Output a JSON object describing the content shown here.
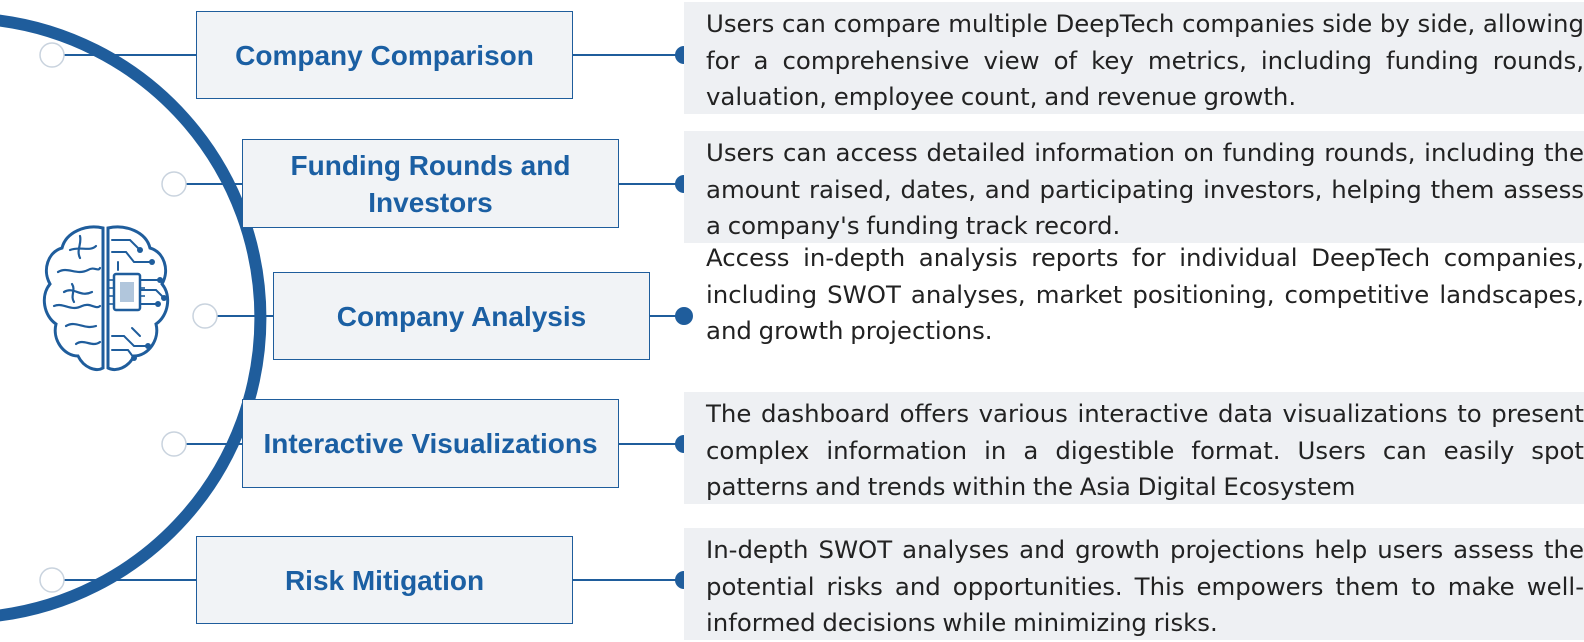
{
  "colors": {
    "primary": "#1f5d9c",
    "title_text": "#1b5fa3",
    "box_fill": "#f1f3f6",
    "desc_fill": "#eef0f3",
    "body_text": "#222222"
  },
  "center_icon": "brain-circuit-icon",
  "features": [
    {
      "title": "Company Comparison",
      "description": "Users can compare multiple DeepTech companies side by side, allowing for a comprehensive view of key metrics, including funding rounds, valuation, employee count, and revenue growth."
    },
    {
      "title": "Funding Rounds and Investors",
      "description": "Users can access detailed information on funding rounds, including the amount raised, dates, and participating investors, helping them assess a company's funding track record."
    },
    {
      "title": "Company Analysis",
      "description": "Access in-depth analysis reports for individual DeepTech companies, including SWOT analyses, market positioning, competitive landscapes, and growth projections."
    },
    {
      "title": "Interactive Visualizations",
      "description": "The dashboard offers various interactive data visualizations to present complex information in a digestible format. Users can easily spot patterns and trends within the Asia Digital Ecosystem"
    },
    {
      "title": "Risk Mitigation",
      "description": "In-depth SWOT analyses and growth projections help users assess the potential risks and opportunities. This empowers them to make well-informed decisions while minimizing risks."
    }
  ]
}
